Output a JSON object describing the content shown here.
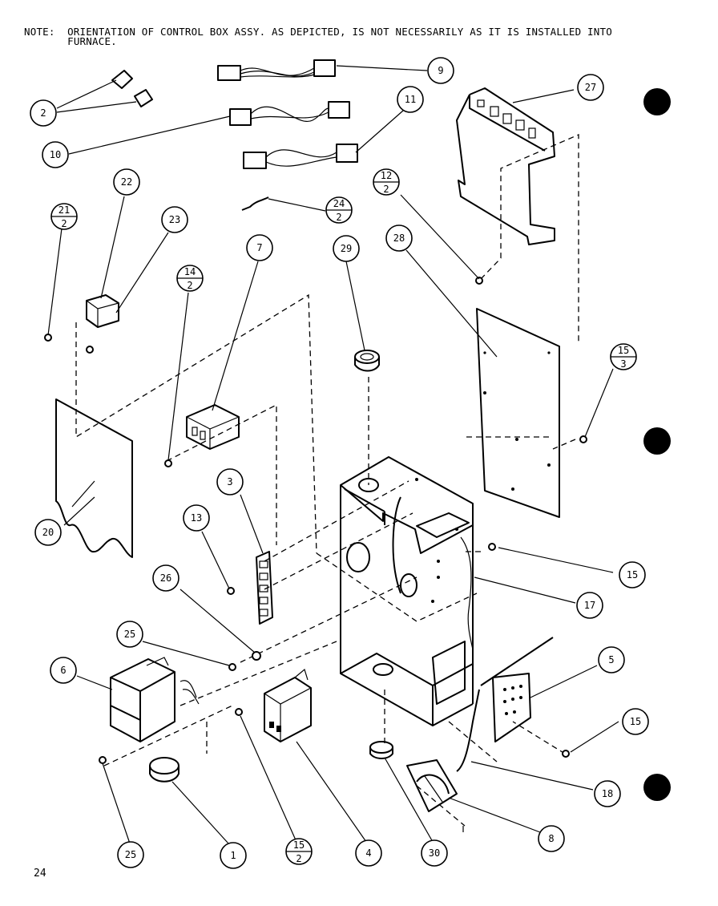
{
  "note": "NOTE:  ORIENTATION OF CONTROL BOX ASSY. AS DEPICTED, IS NOT NECESSARILY AS IT IS INSTALLED INTO\n       FURNACE.",
  "page_number": "24",
  "callouts": {
    "c1": "1",
    "c2": "2",
    "c3": "3",
    "c4": "4",
    "c5": "5",
    "c6": "6",
    "c7": "7",
    "c8": "8",
    "c9": "9",
    "c10": "10",
    "c11": "11",
    "c13": "13",
    "c15a": "15",
    "c15b": "15",
    "c17": "17",
    "c18": "18",
    "c20": "20",
    "c22": "22",
    "c23": "23",
    "c25a": "25",
    "c25b": "25",
    "c26": "26",
    "c27": "27",
    "c28": "28",
    "c29": "29",
    "c30": "30"
  },
  "fractions": {
    "f12": {
      "top": "12",
      "bottom": "2"
    },
    "f14": {
      "top": "14",
      "bottom": "2"
    },
    "f15_3": {
      "top": "15",
      "bottom": "3"
    },
    "f15_2": {
      "top": "15",
      "bottom": "2"
    },
    "f21": {
      "top": "21",
      "bottom": "2"
    },
    "f24": {
      "top": "24",
      "bottom": "2"
    }
  }
}
